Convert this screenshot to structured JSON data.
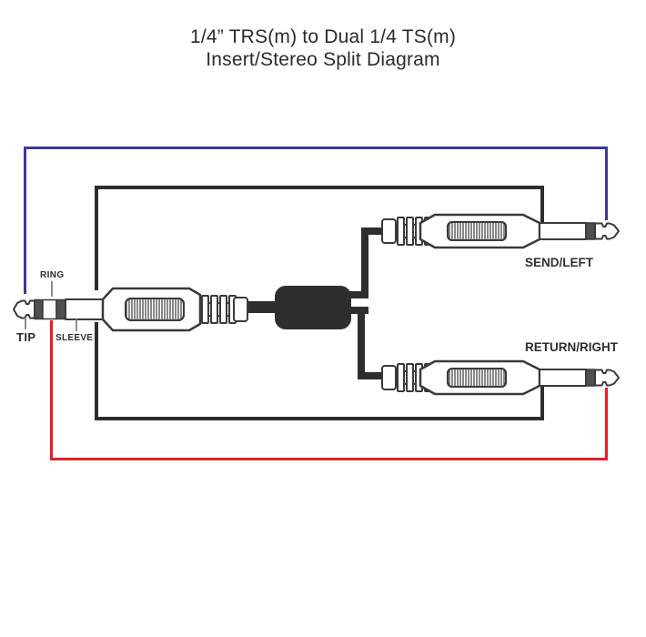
{
  "title": {
    "line1": "1/4” TRS(m) to Dual 1/4 TS(m)",
    "line2": "Insert/Stereo Split Diagram"
  },
  "trs_plug": {
    "ring_label": "RING",
    "tip_label": "TIP",
    "sleeve_label": "SLEEVE"
  },
  "ts_plugs": {
    "send_label": "SEND/LEFT",
    "return_label": "RETURN/RIGHT"
  },
  "wires": {
    "tip_to_send_color": "#3a3a9d",
    "ring_to_return_color": "#ec1c24",
    "sleeve_loop_color": "#2d2d2d",
    "cable_color": "#2e2e2e"
  }
}
